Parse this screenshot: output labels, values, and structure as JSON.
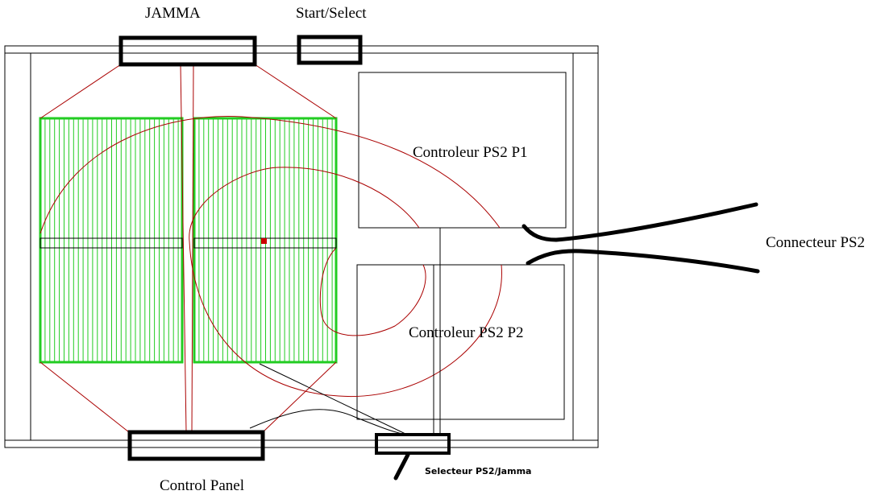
{
  "labels": {
    "jamma": "JAMMA",
    "start_select": "Start/Select",
    "controller_p1": "Controleur PS2 P1",
    "controller_p2": "Controleur PS2 P2",
    "connector": "Connecteur PS2",
    "control_panel": "Control Panel",
    "selector": "Selecteur PS2/Jamma"
  },
  "colors": {
    "wire": "#aa0000",
    "board": "#22cc22",
    "outline": "#000000",
    "marker": "#cc0000"
  }
}
